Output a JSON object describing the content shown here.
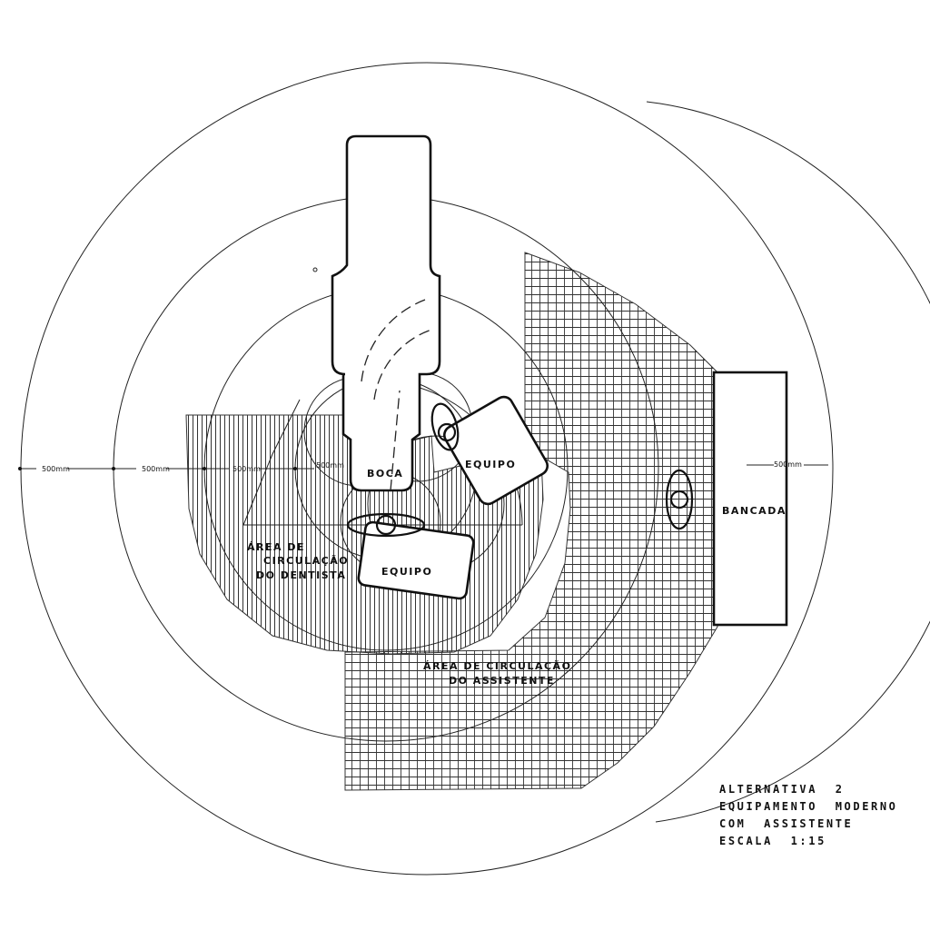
{
  "drawing": {
    "chair_label": "BOCA",
    "equipo_upper": "EQUIPO",
    "equipo_lower": "EQUIPO",
    "bench_label": "BANCADA",
    "dentist_area": [
      "ÁREA  DE",
      "CIRCULAÇÃO",
      "DO  DENTISTA"
    ],
    "assistant_area": [
      "ÁREA  DE  CIRCULAÇÃO",
      "DO  ASSISTENTE"
    ],
    "dimensions": {
      "d1": "500mm",
      "d2": "500mm",
      "d3": "500mm",
      "d4": "500mm",
      "d5": "500mm"
    }
  },
  "legend": {
    "line1": "ALTERNATIVA  2",
    "line2": "EQUIPAMENTO  MODERNO",
    "line3": "COM  ASSISTENTE",
    "line4": "ESCALA  1:15"
  }
}
